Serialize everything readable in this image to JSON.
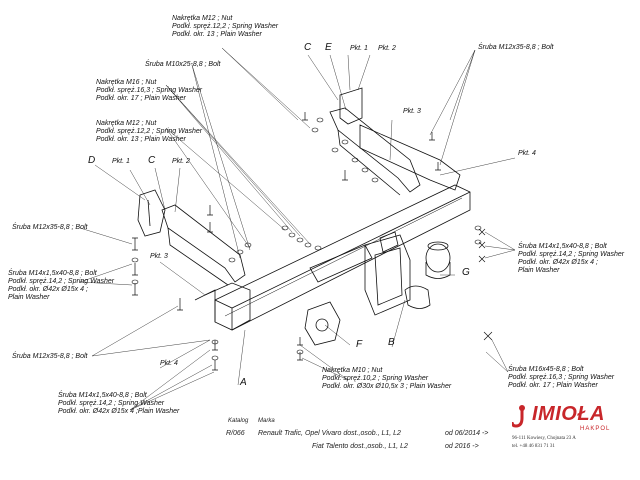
{
  "labels": {
    "nut_top": [
      "Nakrętka M12 ; Nut",
      "Podkł. spręż.12,2 ; Spring Washer",
      "Podkł. okr. 13 ; Plain Washer"
    ],
    "bolt_m10": [
      "Śruba M10x25-8,8 ; Bolt"
    ],
    "nut_m16": [
      "Nakrętka M16 ; Nut",
      "Podkł. spręż.16,3 ; Spring Washer",
      "Podkł. okr. 17 ; Plain Washer"
    ],
    "nut_mid": [
      "Nakrętka M12 ; Nut",
      "Podkł. spręż.12,2 ; Spring Washer",
      "Podkł. okr. 13 ; Plain Washer"
    ],
    "bolt_left1": [
      "Śruba M12x35-8,8 ; Bolt"
    ],
    "bolt_left2": [
      "Śruba M14x1,5x40-8,8 ; Bolt",
      "Podkł. spręż.14,2 ; Spring Washer",
      "Podkł. okr. Ø42x Ø15x 4 ;",
      "Plain Washer"
    ],
    "bolt_left3": [
      "Śruba M12x35-8,8 ; Bolt"
    ],
    "bolt_bottom_left": [
      "Śruba M14x1,5x40-8,8 ; Bolt",
      "Podkł. spręż.14,2 ; Spring Washer",
      "Podkł. okr. Ø42x Ø15x 4 ;Plain Washer"
    ],
    "bolt_top_right": [
      "Śruba M12x35-8,8 ; Bolt"
    ],
    "bolt_right": [
      "Śruba M14x1,5x40-8,8 ; Bolt",
      "Podkł. spręż.14,2 ; Spring Washer",
      "Podkł. okr. Ø42x Ø15x 4 ;",
      "Plain Washer"
    ],
    "nut_m10": [
      "Nakrętka M10 ; Nut",
      "Podkł. spręż.10,2 ; Spring Washer",
      "Podkł. okr. Ø30x Ø10,5x 3 ; Plain Washer"
    ],
    "bolt_m16": [
      "Śruba M16x45-8,8 ; Bolt",
      "Podkł. spręż.16,3 ; Spring Washer",
      "Podkł. okr. 17 ; Plain Washer"
    ]
  },
  "parts": {
    "A": "A",
    "B": "B",
    "C1": "C",
    "C2": "C",
    "D": "D",
    "E": "E",
    "F": "F",
    "G": "G"
  },
  "points": {
    "p1_top": "Pkt. 1",
    "p2_top": "Pkt. 2",
    "p3_top": "Pkt. 3",
    "p4_right": "Pkt. 4",
    "p1_left": "Pkt. 1",
    "p2_left": "Pkt. 2",
    "p3_left": "Pkt. 3",
    "p4_left": "Pkt. 4"
  },
  "footer": {
    "katalog_h": "Katalog",
    "marka_h": "Marka",
    "catalog_no": "R/066",
    "line1": "Renault Trafic, Opel Vivaro dost.,osob., L1, L2",
    "date1": "od 06/2014 ->",
    "line2": "Fiat Talento dost.,osob., L1, L2",
    "date2": "od 2016 ->"
  },
  "brand": {
    "name": "IMIOŁA",
    "sub": "HAKPOL",
    "address": "96-111 Kowiesy, Chojnata 23 A",
    "phone": "tel. +48 46 831 71 31",
    "color": "#c8262a"
  }
}
